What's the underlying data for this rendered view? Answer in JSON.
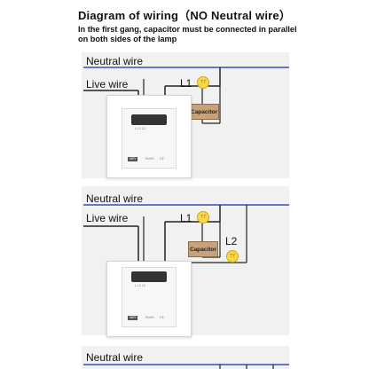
{
  "header": {
    "title": "Diagram of wiring（NO Neutral wire）",
    "note": "In the first gang, capacitor must be connected in parallel on both sides of the lamp"
  },
  "panel1": {
    "neutral_label": "Neutral wire",
    "live_label": "Live wire",
    "l1_label": "L1",
    "capacitor_label": "Capacitor",
    "switch_labels": {
      "wifi": "WiFi",
      "rohs": "RoHS",
      "ce": "CE",
      "terminals": "L  L1  L2"
    }
  },
  "panel2": {
    "neutral_label": "Neutral wire",
    "live_label": "Live wire",
    "l1_label": "L1",
    "l2_label": "L2",
    "capacitor_label": "Capacitor",
    "switch_labels": {
      "wifi": "WiFi",
      "rohs": "RoHS",
      "ce": "CE",
      "terminals": "L  L1  L2"
    }
  },
  "panel3": {
    "neutral_label": "Neutral wire"
  },
  "colors": {
    "neutral_wire": "#3a4fb0",
    "panel_bg": "#f1f1f1",
    "capacitor": "#c8a27a",
    "bulb": "#f7d84a"
  }
}
